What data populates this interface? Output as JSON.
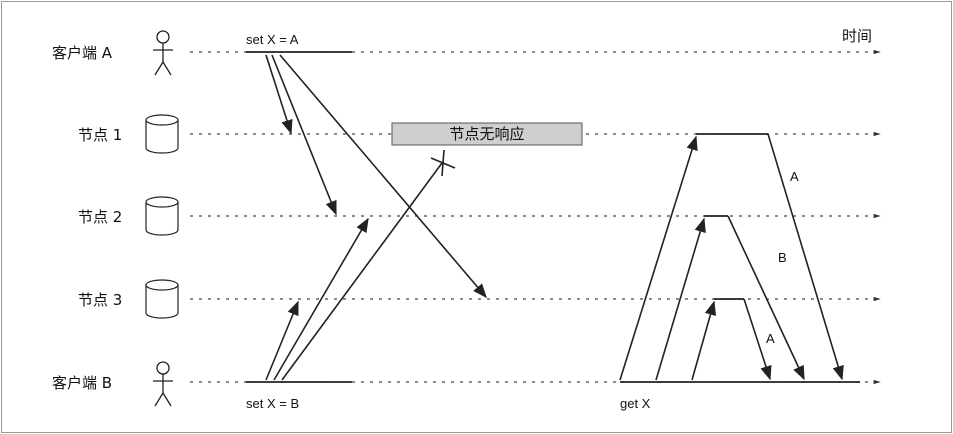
{
  "time_label": "时间",
  "rows": [
    {
      "key": "client_a",
      "label": "客户端 A",
      "icon": "person-icon"
    },
    {
      "key": "node1",
      "label": "节点 1",
      "icon": "database-icon"
    },
    {
      "key": "node2",
      "label": "节点 2",
      "icon": "database-icon"
    },
    {
      "key": "node3",
      "label": "节点 3",
      "icon": "database-icon"
    },
    {
      "key": "client_b",
      "label": "客户端 B",
      "icon": "person-icon"
    }
  ],
  "ops": {
    "set_a": "set X = A",
    "set_b": "set X = B",
    "get": "get X"
  },
  "status_box": {
    "text": "节点无响应",
    "fill": "#cfcfcf"
  },
  "responses": {
    "node1": "A",
    "node2": "B",
    "node3": "A"
  }
}
